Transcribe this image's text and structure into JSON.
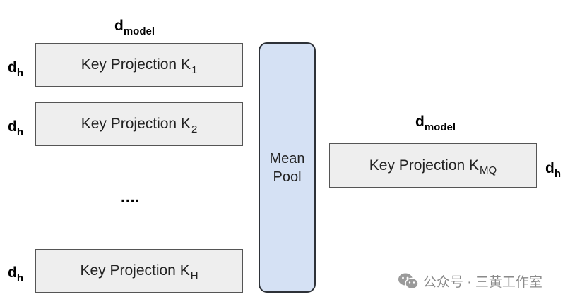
{
  "dims": {
    "d_main": "d",
    "model_sub": "model",
    "h_sub": "h"
  },
  "projections": [
    {
      "label": "Key Projection K",
      "sub": "1"
    },
    {
      "label": "Key Projection K",
      "sub": "2"
    },
    {
      "label": "Key Projection K",
      "sub": "H"
    }
  ],
  "ellipsis": "....",
  "mean_pool": {
    "line1": "Mean",
    "line2": "Pool"
  },
  "output_projection": {
    "label": "Key Projection K",
    "sub": "MQ"
  },
  "watermark": {
    "text": "公众号 · 三黄工作室",
    "icon": "wechat-icon"
  }
}
